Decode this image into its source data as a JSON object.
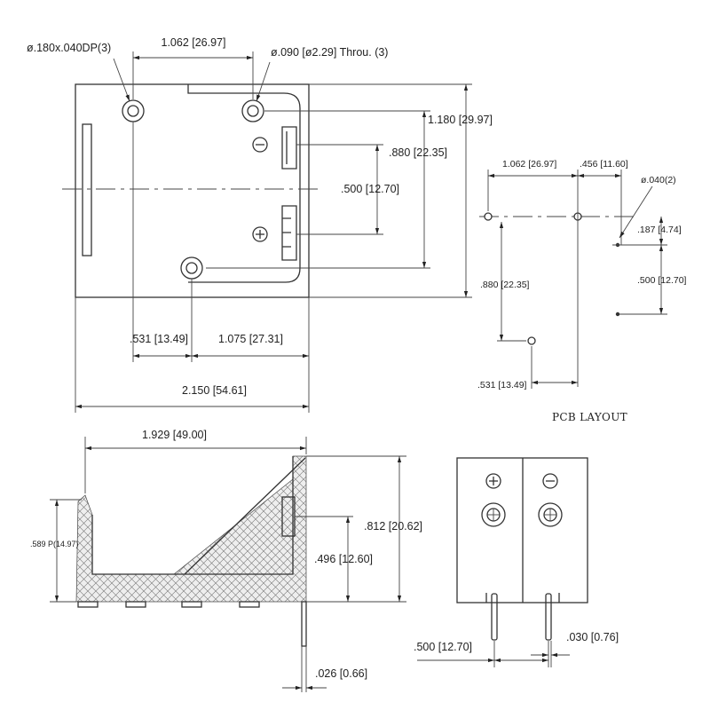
{
  "top_view": {
    "blind_hole_note": "ø.180x.040DP(3)",
    "hole_pitch_top": "1.062 [26.97]",
    "through_hole_note": "ø.090 [ø2.29] Throu. (3)",
    "overall_height": "1.180 [29.97]",
    "terminal_pitch": ".880 [22.35]",
    "centerline_offset": ".500 [12.70]",
    "left_hole_offset": ".531 [13.49]",
    "hole_pitch_bottom": "1.075 [27.31]",
    "overall_length": "2.150 [54.61]",
    "minus_mark": "−",
    "plus_mark": "+"
  },
  "pcb_layout": {
    "title": "PCB LAYOUT",
    "pitch_x": "1.062 [26.97]",
    "pitch_right": ".456 [11.60]",
    "pad_diameter": "ø.040(2)",
    "pin_offset": ".187 [4.74]",
    "pin_spacing": ".500 [12.70]",
    "vertical_pitch": ".880 [22.35]",
    "bottom_offset": ".531 [13.49]"
  },
  "side_view": {
    "inner_length": "1.929 [49.00]",
    "left_height": ".589 P(14.97)",
    "total_height": ".812 [20.62]",
    "terminal_height": ".496 [12.60]",
    "pin_width": ".026 [0.66]"
  },
  "end_view": {
    "pin_spacing": ".500 [12.70]",
    "pin_thickness": ".030 [0.76]",
    "plus_mark": "+",
    "minus_mark": "−"
  }
}
